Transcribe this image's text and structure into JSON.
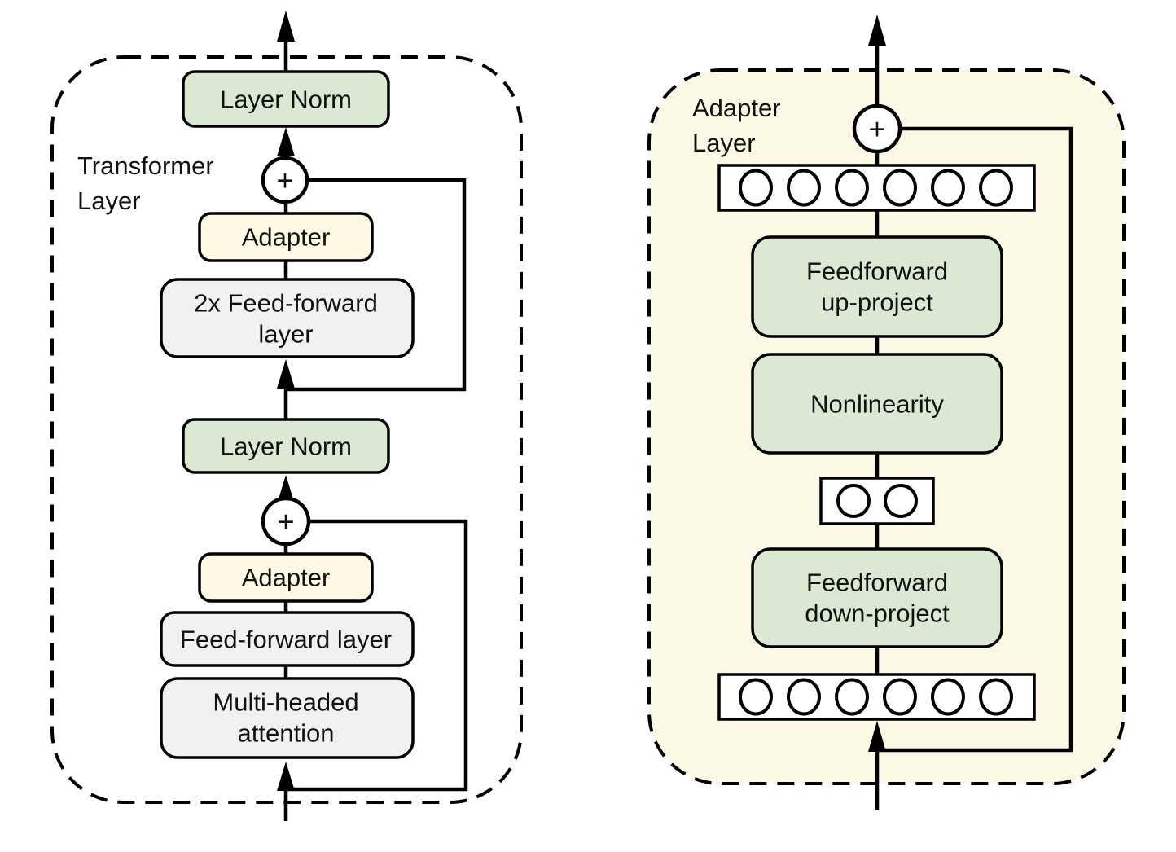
{
  "colors": {
    "green_box": "#dbe9d4",
    "yellow_box": "#fdf9e4",
    "gray_box": "#f1f1f1",
    "panel_cream": "#fbf8e6"
  },
  "left_panel": {
    "label_line1": "Transformer",
    "label_line2": "Layer",
    "layer_norm_top": "Layer Norm",
    "plus_top": "+",
    "adapter_top": "Adapter",
    "ff2x_line1": "2x Feed-forward",
    "ff2x_line2": "layer",
    "layer_norm_bottom": "Layer Norm",
    "plus_bottom": "+",
    "adapter_bottom": "Adapter",
    "feed_forward": "Feed-forward layer",
    "mha_line1": "Multi-headed",
    "mha_line2": "attention"
  },
  "right_panel": {
    "label_line1": "Adapter",
    "label_line2": "Layer",
    "plus": "+",
    "ff_up_line1": "Feedforward",
    "ff_up_line2": "up-project",
    "nonlinearity": "Nonlinearity",
    "ff_down_line1": "Feedforward",
    "ff_down_line2": "down-project",
    "feature_units": 6,
    "bottleneck_units": 2
  }
}
